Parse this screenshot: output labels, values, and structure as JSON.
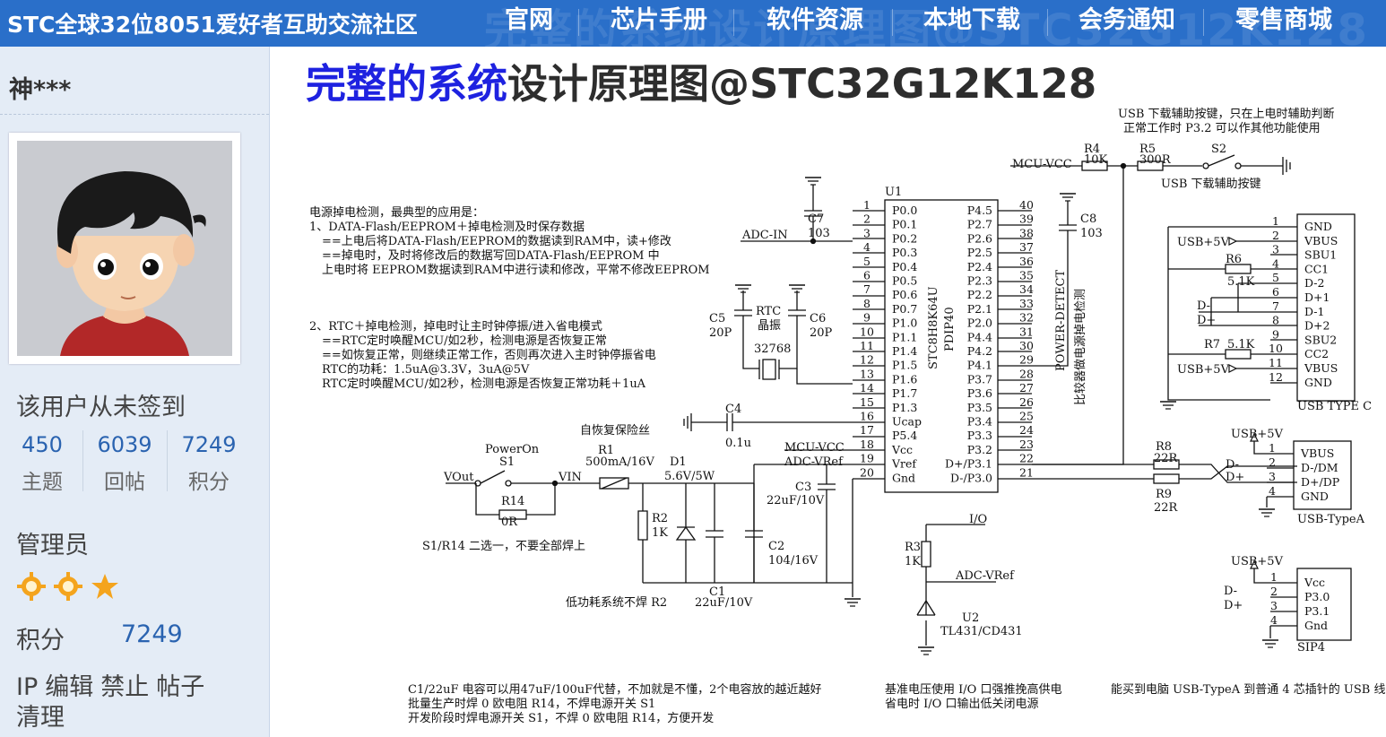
{
  "header": {
    "site_title": "STC全球32位8051爱好者互助交流社区",
    "nav": [
      "官网",
      "芯片手册",
      "软件资源",
      "本地下载",
      "会务通知",
      "零售商城"
    ],
    "watermark": "完整的系统设计原理图@STC32G12K128"
  },
  "sidebar": {
    "username": "神***",
    "sign_status": "该用户从未签到",
    "stats": [
      {
        "value": "450",
        "label": "主题"
      },
      {
        "value": "6039",
        "label": "回帖"
      },
      {
        "value": "7249",
        "label": "积分"
      }
    ],
    "role": "管理员",
    "star_icons": [
      "sun-icon",
      "sun-icon",
      "star-icon"
    ],
    "points_label": "积分",
    "points_value": "7249",
    "admin_links": [
      "IP",
      "编辑",
      "禁止",
      "帖子",
      "清理"
    ]
  },
  "post": {
    "title_highlight": "完整的系统",
    "title_rest": "设计原理图@STC32G12K128"
  },
  "schematic": {
    "notes_top": [
      "电源掉电检测，最典型的应用是：",
      "1、DATA-Flash/EEPROM＋掉电检测及时保存数据",
      "==上电后将DATA-Flash/EEPROM的数据读到RAM中，读+修改",
      "==掉电时，及时将修改后的数据写回DATA-Flash/EEPROM 中",
      "上电时将 EEPROM数据读到RAM中进行读和修改，平常不修改EEPROM"
    ],
    "notes_rtc": [
      "2、RTC＋掉电检测，掉电时让主时钟停振/进入省电模式",
      "==RTC定时唤醒MCU/如2秒，检测电源是否恢复正常",
      "==如恢复正常，则继续正常工作，否则再次进入主时钟停振省电",
      "RTC的功耗：1.5uA@3.3V，3uA@5V",
      "RTC定时唤醒MCU/如2秒，检测电源是否恢复正常功耗＋1uA"
    ],
    "usb_key_note": [
      "USB 下载辅助按键，只在上电时辅助判断",
      "正常工作时 P3.2 可以作其他功能使用"
    ],
    "bottom_notes": [
      "C1/22uF 电容可以用47uF/100uF代替，不加就是不懂，2个电容放的越近越好",
      "批量生产时焊 0 欧电阻 R14，不焊电源开关 S1",
      "开发阶段时焊电源开关 S1，不焊 0 欧电阻 R14，方便开发"
    ],
    "vref_note": [
      "基准电压使用 I/O 口强推挽高供电",
      "省电时 I/O 口输出低关闭电源"
    ],
    "usb_cable_note": "能买到电脑 USB-TypeA 到普通 4 芯插针的 USB 线",
    "chip": {
      "ref": "U1",
      "part": "STC8H8K64U",
      "package": "PDIP40",
      "left_pins": [
        {
          "num": "1",
          "name": "P0.0"
        },
        {
          "num": "2",
          "name": "P0.1"
        },
        {
          "num": "3",
          "name": "P0.2"
        },
        {
          "num": "4",
          "name": "P0.3"
        },
        {
          "num": "5",
          "name": "P0.4"
        },
        {
          "num": "6",
          "name": "P0.5"
        },
        {
          "num": "7",
          "name": "P0.6"
        },
        {
          "num": "8",
          "name": "P0.7"
        },
        {
          "num": "9",
          "name": "P1.0"
        },
        {
          "num": "10",
          "name": "P1.1"
        },
        {
          "num": "11",
          "name": "P1.4"
        },
        {
          "num": "12",
          "name": "P1.5"
        },
        {
          "num": "13",
          "name": "P1.6"
        },
        {
          "num": "14",
          "name": "P1.7"
        },
        {
          "num": "15",
          "name": "P1.3"
        },
        {
          "num": "16",
          "name": "Ucap"
        },
        {
          "num": "17",
          "name": "P5.4"
        },
        {
          "num": "18",
          "name": "Vcc"
        },
        {
          "num": "19",
          "name": "Vref"
        },
        {
          "num": "20",
          "name": "Gnd"
        }
      ],
      "right_pins": [
        {
          "num": "40",
          "name": "P4.5"
        },
        {
          "num": "39",
          "name": "P2.7"
        },
        {
          "num": "38",
          "name": "P2.6"
        },
        {
          "num": "37",
          "name": "P2.5"
        },
        {
          "num": "36",
          "name": "P2.4"
        },
        {
          "num": "35",
          "name": "P2.3"
        },
        {
          "num": "34",
          "name": "P2.2"
        },
        {
          "num": "33",
          "name": "P2.1"
        },
        {
          "num": "32",
          "name": "P2.0"
        },
        {
          "num": "31",
          "name": "P4.4"
        },
        {
          "num": "30",
          "name": "P4.2"
        },
        {
          "num": "29",
          "name": "P4.1"
        },
        {
          "num": "28",
          "name": "P3.7"
        },
        {
          "num": "27",
          "name": "P3.6"
        },
        {
          "num": "26",
          "name": "P3.5"
        },
        {
          "num": "25",
          "name": "P3.4"
        },
        {
          "num": "24",
          "name": "P3.3"
        },
        {
          "num": "23",
          "name": "P3.2"
        },
        {
          "num": "22",
          "name": "D+/P3.1"
        },
        {
          "num": "21",
          "name": "D-/P3.0"
        }
      ]
    },
    "labels": {
      "adc_in": "ADC-IN",
      "mcu_vcc": "MCU-VCC",
      "adc_vref": "ADC-VRef",
      "power_detect": "POWER-DETECT",
      "power_detect_cn": "比较器做电源掉电检测",
      "io": "I/O",
      "vout": "VOut",
      "vin": "VIN",
      "usb5v": "USB+5V",
      "dminus": "D-",
      "dplus": "D+"
    },
    "parts": {
      "c7": [
        "C7",
        "103"
      ],
      "c8": [
        "C8",
        "103"
      ],
      "r4": [
        "R4",
        "10K"
      ],
      "r5": [
        "R5",
        "300R"
      ],
      "s2": "S2",
      "s2_label": "USB 下载辅助按键",
      "rtc": [
        "RTC",
        "晶振",
        "32768"
      ],
      "c5": [
        "C5",
        "20P"
      ],
      "c6": [
        "C6",
        "20P"
      ],
      "c4": [
        "C4",
        "0.1u"
      ],
      "fuse_note": "自恢复保险丝",
      "s1": [
        "PowerOn",
        "S1"
      ],
      "r14": [
        "R14",
        "0R"
      ],
      "r1": [
        "R1",
        "500mA/16V"
      ],
      "d1": [
        "D1",
        "5.6V/5W"
      ],
      "r2": [
        "R2",
        "1K"
      ],
      "c1": [
        "C1",
        "22uF/10V"
      ],
      "c2": [
        "C2",
        "104/16V"
      ],
      "c3": [
        "C3",
        "22uF/10V"
      ],
      "s1_note": "S1/R14 二选一，不要全部焊上",
      "r2_note": "低功耗系统不焊 R2",
      "r3": [
        "R3",
        "1K"
      ],
      "u2": [
        "U2",
        "TL431/CD431"
      ],
      "r6": [
        "R6",
        "5.1K"
      ],
      "r7": [
        "R7",
        "5.1K"
      ],
      "r8": [
        "R8",
        "22R"
      ],
      "r9": [
        "R9",
        "22R"
      ]
    },
    "usb_typec": {
      "title": "USB TYPE C",
      "pins": [
        {
          "num": "1",
          "name": "GND"
        },
        {
          "num": "2",
          "name": "VBUS"
        },
        {
          "num": "3",
          "name": "SBU1"
        },
        {
          "num": "4",
          "name": "CC1"
        },
        {
          "num": "5",
          "name": "D-2"
        },
        {
          "num": "6",
          "name": "D+1"
        },
        {
          "num": "7",
          "name": "D-1"
        },
        {
          "num": "8",
          "name": "D+2"
        },
        {
          "num": "9",
          "name": "SBU2"
        },
        {
          "num": "10",
          "name": "CC2"
        },
        {
          "num": "11",
          "name": "VBUS"
        },
        {
          "num": "12",
          "name": "GND"
        }
      ]
    },
    "usb_typea": {
      "title": "USB-TypeA",
      "pins": [
        {
          "num": "1",
          "name": "VBUS"
        },
        {
          "num": "2",
          "name": "D-/DM"
        },
        {
          "num": "3",
          "name": "D+/DP"
        },
        {
          "num": "4",
          "name": "GND"
        }
      ]
    },
    "sip4": {
      "title": "SIP4",
      "pins": [
        {
          "num": "1",
          "name": "Vcc"
        },
        {
          "num": "2",
          "name": "P3.0"
        },
        {
          "num": "3",
          "name": "P3.1"
        },
        {
          "num": "4",
          "name": "Gnd"
        }
      ]
    }
  }
}
